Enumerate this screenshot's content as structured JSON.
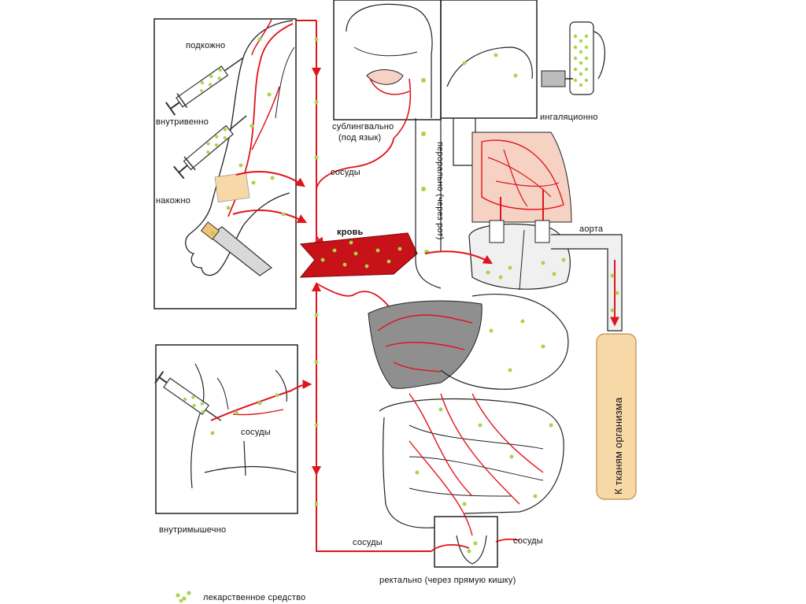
{
  "labels": {
    "subcutaneous": "подкожно",
    "intravenous": "внутривенно",
    "cutaneous": "накожно",
    "sublingual_line1": "сублингвально",
    "sublingual_line2": "(под язык)",
    "vessels_top": "сосуды",
    "oral": "перорально (через рот)",
    "inhalation": "ингаляционно",
    "blood": "кровь",
    "aorta": "аорта",
    "to_tissues": "К тканям организма",
    "vessels_muscle": "сосуды",
    "intramuscular": "внутримышечно",
    "vessels_bottom_left": "сосуды",
    "vessels_bottom_right": "сосуды",
    "rectal": "ректально (через прямую кишку)",
    "legend": "лекарственное средство"
  },
  "colors": {
    "vessel_red": "#e0141c",
    "drug_green": "#a8d64a",
    "liver_gray": "#8f8f8f",
    "lung_pink": "#f6d2c4",
    "tissue_tan": "#f7d9a8",
    "outline": "#222222"
  },
  "icons": [
    "syringe-icon",
    "inhaler-icon",
    "ointment-tube-icon",
    "drug-dot-icon"
  ]
}
